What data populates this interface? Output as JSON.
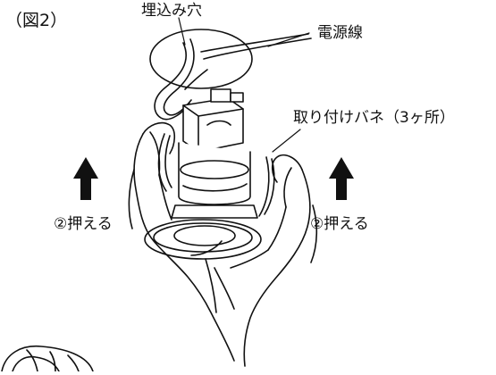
{
  "figure": {
    "title": "（図2）",
    "labels": {
      "mounting_hole": "埋込み穴",
      "power_cable": "電源線",
      "mounting_springs": "取り付けバネ（3ヶ所）",
      "push_left": "②押える",
      "push_right": "②押える"
    },
    "colors": {
      "line": "#111111",
      "background": "#ffffff"
    }
  }
}
